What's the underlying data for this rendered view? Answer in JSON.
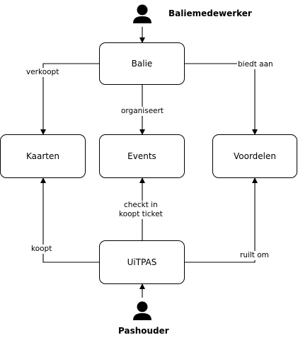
{
  "actors": {
    "top": "Baliemedewerker",
    "bottom": "Pashouder"
  },
  "nodes": {
    "balie": "Balie",
    "kaarten": "Kaarten",
    "events": "Events",
    "voordelen": "Voordelen",
    "uitpas": "UiTPAS"
  },
  "edges": {
    "verkoopt": "verkoopt",
    "biedt_aan": "biedt aan",
    "organiseert": "organiseert",
    "checkt_in_line1": "checkt in",
    "checkt_in_line2": "koopt ticket",
    "koopt": "koopt",
    "ruilt_om": "ruilt om"
  },
  "colors": {
    "stroke": "#000000",
    "background": "#ffffff"
  }
}
